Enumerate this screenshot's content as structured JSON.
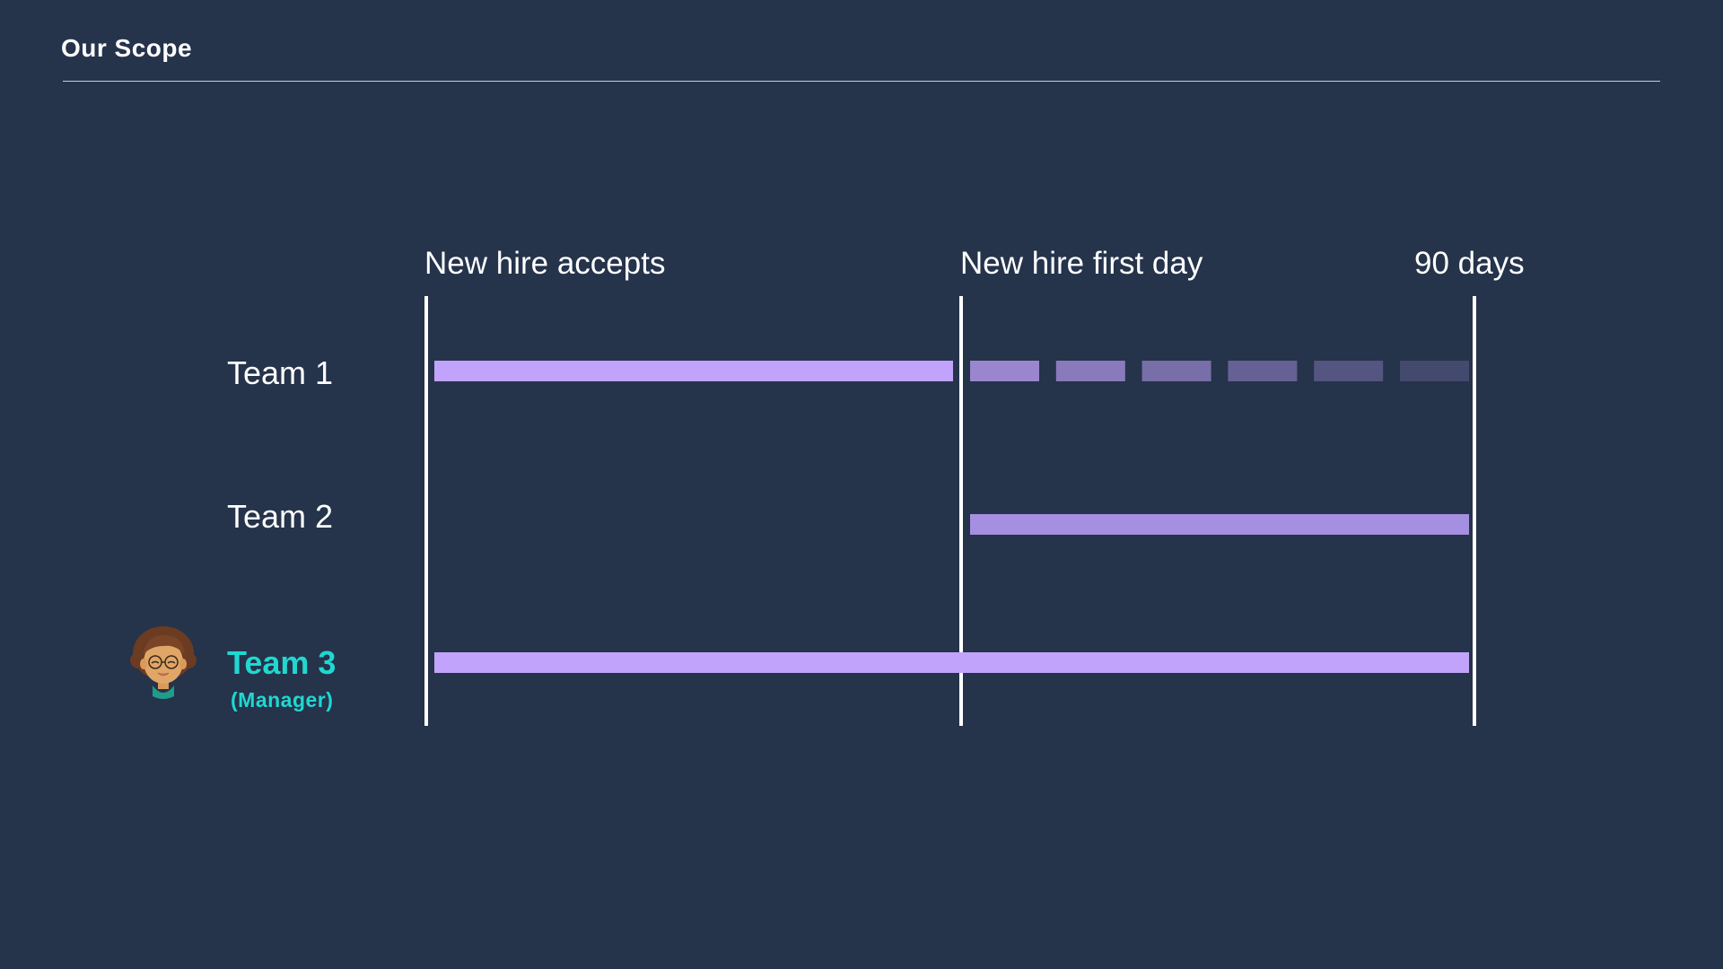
{
  "slide": {
    "title": "Our Scope"
  },
  "timeline": {
    "milestones": [
      "New hire accepts",
      "New hire first day",
      "90 days"
    ]
  },
  "teams": [
    {
      "name": "Team 1",
      "subtitle": ""
    },
    {
      "name": "Team 2",
      "subtitle": ""
    },
    {
      "name": "Team 3",
      "subtitle": "(Manager)"
    }
  ],
  "colors": {
    "background": "#25334b",
    "bar": "#c2a3fb",
    "bar_team2": "#a58fe0",
    "highlight": "#1fd8d0",
    "line": "#ffffff"
  },
  "chart_data": {
    "type": "gantt",
    "milestones": [
      "New hire accepts",
      "New hire first day",
      "90 days"
    ],
    "rows": [
      {
        "team": "Team 1",
        "segments": [
          {
            "from": "New hire accepts",
            "to": "New hire first day",
            "style": "solid"
          },
          {
            "from": "New hire first day",
            "to": "90 days",
            "style": "dashed-fading"
          }
        ]
      },
      {
        "team": "Team 2",
        "segments": [
          {
            "from": "New hire first day",
            "to": "90 days",
            "style": "solid"
          }
        ]
      },
      {
        "team": "Team 3",
        "segments": [
          {
            "from": "New hire accepts",
            "to": "90 days",
            "style": "solid"
          }
        ]
      }
    ]
  }
}
